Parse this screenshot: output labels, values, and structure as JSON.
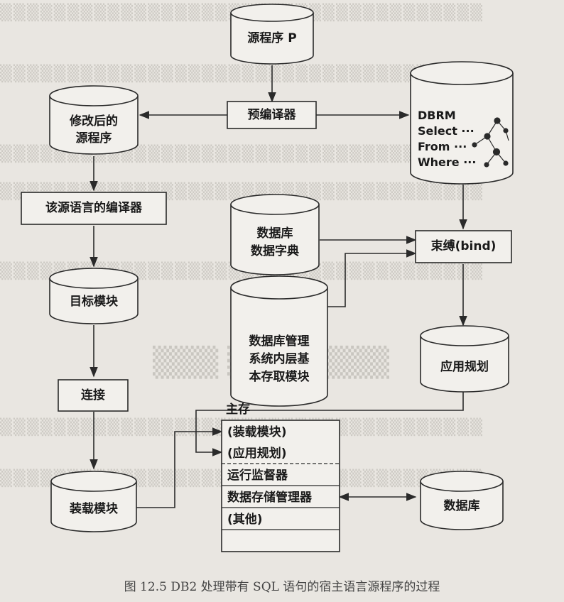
{
  "nodes": {
    "source_program": "源程序 P",
    "modified_source_line1": "修改后的",
    "modified_source_line2": "源程序",
    "precompiler": "预编译器",
    "dbrm_title": "DBRM",
    "dbrm_select": "Select ···",
    "dbrm_from": "From ···",
    "dbrm_where": "Where ···",
    "host_compiler": "该源语言的编译器",
    "data_dictionary_line1": "数据库",
    "data_dictionary_line2": "数据字典",
    "bind": "束缚(bind)",
    "object_module": "目标模块",
    "dbms_line1": "数据库管理",
    "dbms_line2": "系统内层基",
    "dbms_line3": "本存取模块",
    "application_plan": "应用规划",
    "link": "连接",
    "load_module": "装载模块",
    "database": "数据库"
  },
  "main_memory": {
    "title": "主存",
    "items": [
      "(装载模块)",
      "(应用规划)",
      "运行监督器",
      "数据存储管理器",
      "(其他)"
    ]
  },
  "caption": "图 12.5   DB2 处理带有 SQL 语句的宿主语言源程序的过程"
}
